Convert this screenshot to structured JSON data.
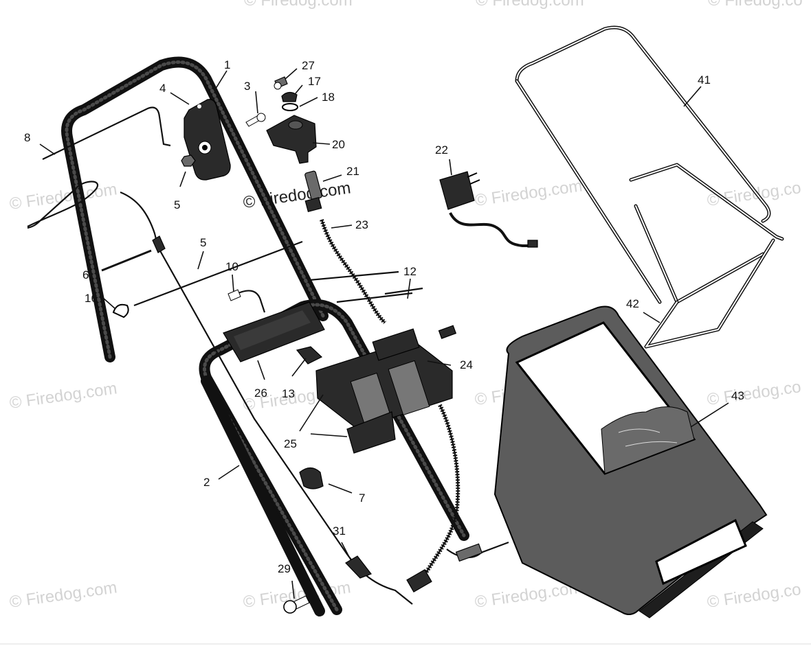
{
  "watermark_text": "© Firedog.com",
  "watermark_text_clipped": "© Firedog.co",
  "callouts": {
    "c1": "1",
    "c2": "2",
    "c3": "3",
    "c4": "4",
    "c5a": "5",
    "c5b": "5",
    "c6": "6",
    "c7": "7",
    "c8": "8",
    "c10": "10",
    "c12": "12",
    "c13": "13",
    "c16": "16",
    "c17": "17",
    "c18": "18",
    "c20": "20",
    "c21": "21",
    "c22": "22",
    "c23": "23",
    "c24": "24",
    "c25": "25",
    "c26": "26",
    "c27": "27",
    "c29": "29",
    "c31": "31",
    "c41": "41",
    "c42": "42",
    "c43": "43"
  },
  "colors": {
    "ink": "#111111",
    "watermark": "#d3d3d3",
    "bag_fill": "#5c5c5c",
    "bag_dark": "#1e1e1e",
    "background": "#ffffff"
  }
}
